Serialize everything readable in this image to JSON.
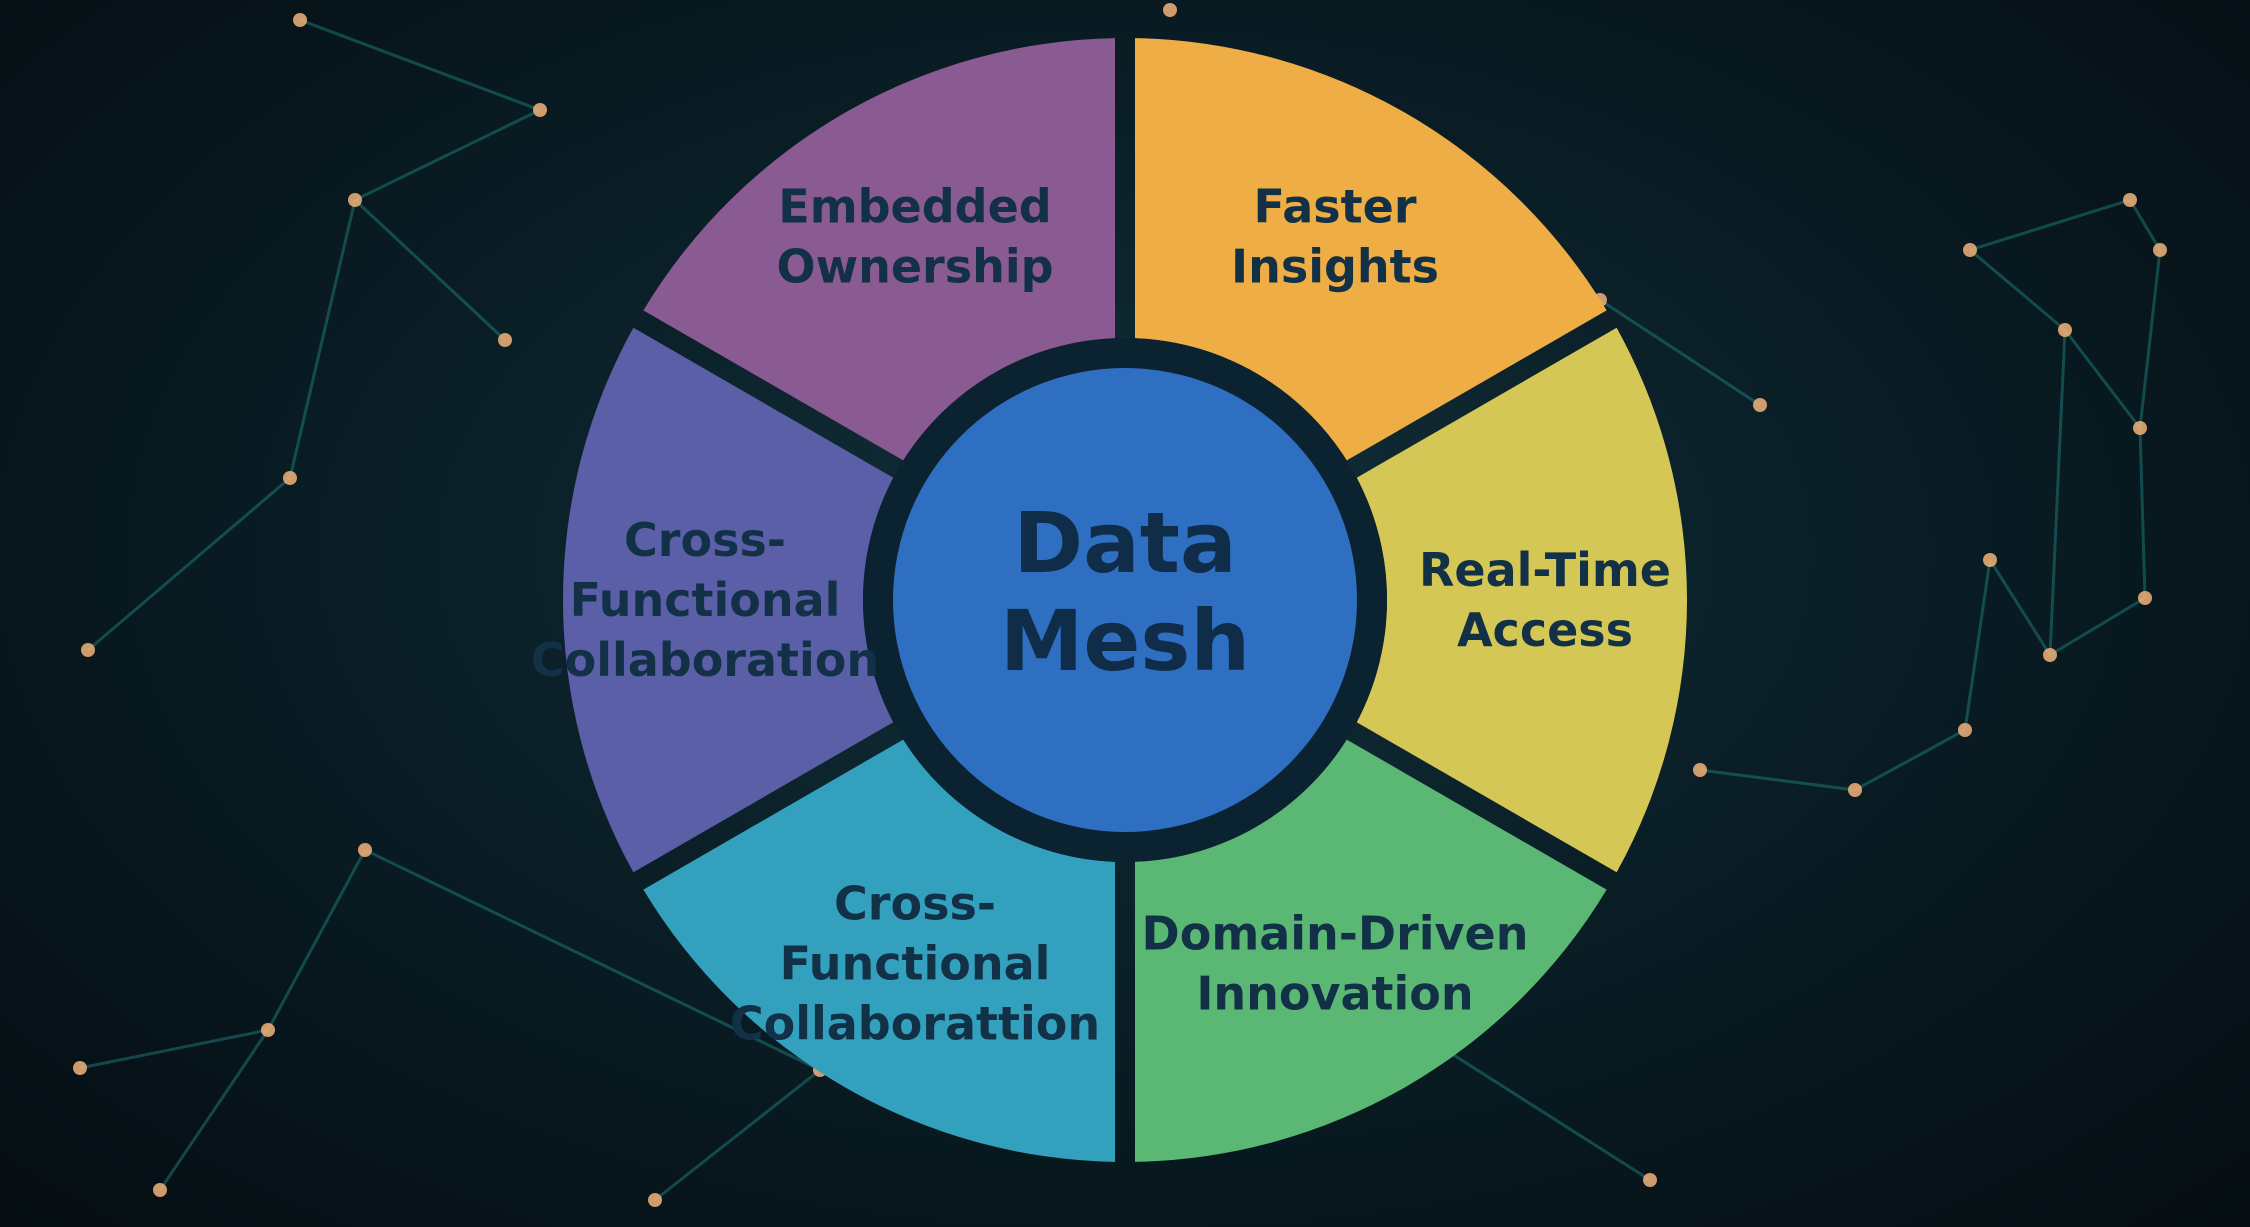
{
  "diagram": {
    "center": {
      "line1": "Data",
      "line2": "Mesh",
      "color": "#2f6fc1"
    },
    "segments": [
      {
        "name": "embedded-ownership",
        "lines": [
          "Embedded",
          "Ownership"
        ],
        "color": "#8a5a92"
      },
      {
        "name": "faster-insights",
        "lines": [
          "Faster",
          "Insights"
        ],
        "color": "#eeae45"
      },
      {
        "name": "real-time-access",
        "lines": [
          "Real-Time",
          "Access"
        ],
        "color": "#d5c756"
      },
      {
        "name": "domain-driven-innovation",
        "lines": [
          "Domain-Driven",
          "Innovation"
        ],
        "color": "#5bb874"
      },
      {
        "name": "cross-functional-collaborattion",
        "lines": [
          "Cross-",
          "Functional",
          "Collaborattion"
        ],
        "color": "#33a1bd"
      },
      {
        "name": "cross-functional-collaboration",
        "lines": [
          "Cross-",
          "Functional",
          "Collaboration"
        ],
        "color": "#5b5fa8"
      }
    ],
    "background": {
      "base": "#061219",
      "node_color": "#f3b37a",
      "link_color": "#1f8a86"
    }
  }
}
